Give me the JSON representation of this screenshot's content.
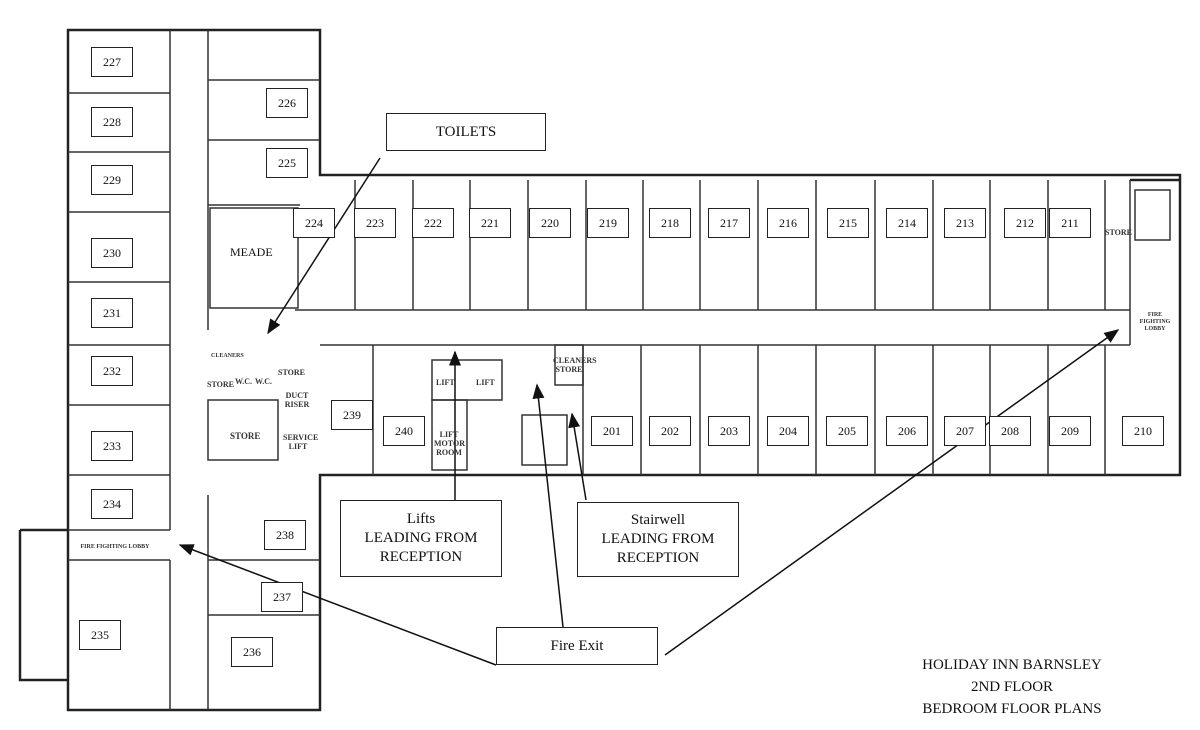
{
  "rooms": {
    "left_wing": [
      "227",
      "228",
      "229",
      "230",
      "231",
      "232",
      "233",
      "234",
      "235",
      "236",
      "237",
      "238",
      "226",
      "225"
    ],
    "north_corridor": [
      "224",
      "223",
      "222",
      "221",
      "220",
      "219",
      "218",
      "217",
      "216",
      "215",
      "214",
      "213",
      "212",
      "211"
    ],
    "south_corridor": [
      "239",
      "240",
      "201",
      "202",
      "203",
      "204",
      "205",
      "206",
      "207",
      "208",
      "209",
      "210"
    ]
  },
  "spaces": {
    "meade": "MEADE",
    "store": "STORE",
    "wc": "W.C.",
    "duct_riser": "DUCT RISER",
    "service_lift": "SERVICE LIFT",
    "lift": "LIFT",
    "lift_motor_room": "LIFT MOTOR ROOM",
    "cleaners_store": "CLEANERS STORE",
    "fire_fighting_lobby": "FIRE FIGHTING LOBBY",
    "cleaners": "CLEANERS"
  },
  "callouts": {
    "toilets": "TOILETS",
    "lifts": [
      "Lifts",
      "LEADING FROM",
      "RECEPTION"
    ],
    "stairwell": [
      "Stairwell",
      "LEADING FROM",
      "RECEPTION"
    ],
    "fire_exit": "Fire Exit"
  },
  "title": [
    "HOLIDAY INN BARNSLEY",
    "2ND FLOOR",
    "BEDROOM FLOOR PLANS"
  ]
}
